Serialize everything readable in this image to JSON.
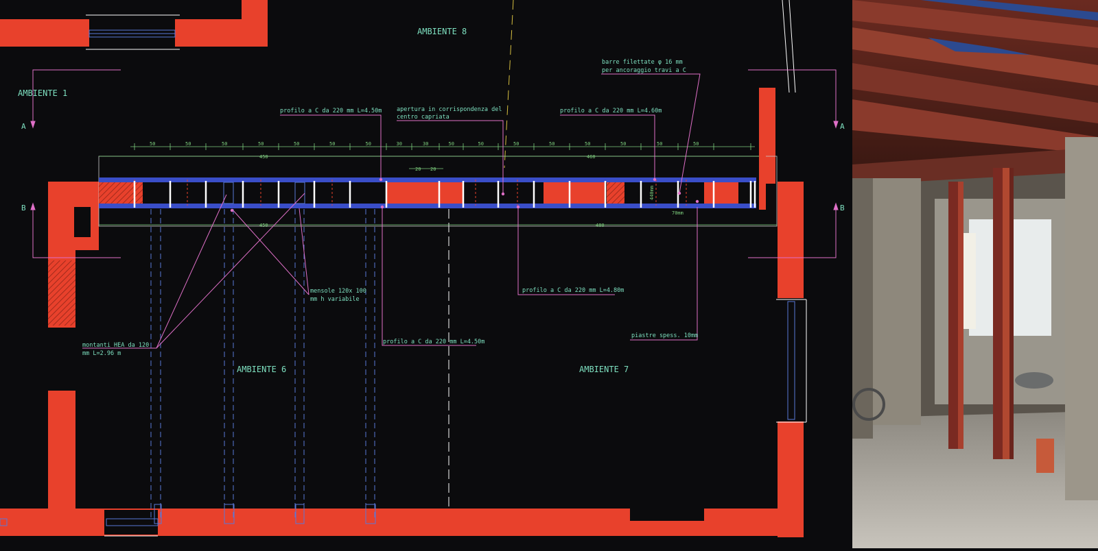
{
  "drawing": {
    "rooms": {
      "ambiente_8": "AMBIENTE 8",
      "ambiente_1": "AMBIENTE 1",
      "ambiente_6": "AMBIENTE 6",
      "ambiente_7": "AMBIENTE 7"
    },
    "sections": {
      "a": "A",
      "b": "B"
    },
    "annotations": {
      "profilo_left_top": "profilo a C da 220 mm L=4.50m",
      "apertura_line1": "apertura in corrispondenza del",
      "apertura_line2": "centro capriata",
      "profilo_right_top": "profilo a C da 220 mm L=4.60m",
      "barre_line1": "barre filettate φ 16 mm",
      "barre_line2": "per ancoraggio travi a C",
      "mensole_line1": "mensole 120x 100",
      "mensole_line2": "mm h variabile",
      "profilo_mid": "profilo a C da 220 mm L=4.80m",
      "montanti_line1": "montanti HEA da 120",
      "montanti_line2": "mm L=2.96 m",
      "profilo_bottom": "profilo a C da 220 mm L=4.50m",
      "piastre": "piastre spess. 10mm"
    },
    "dimensions": {
      "spacing": [
        "50",
        "50",
        "50",
        "50",
        "50",
        "50",
        "50",
        "30",
        "30",
        "50",
        "50",
        "50",
        "50",
        "50",
        "50",
        "50",
        "50"
      ],
      "top_left_total": "450",
      "top_right_total": "460",
      "bottom_left_total": "450",
      "bottom_right_total": "480",
      "gap_a": "20",
      "gap_b": "20",
      "height": "440mm",
      "offset": "70mm"
    },
    "colors": {
      "wall": "#e8412c",
      "beam": "#3a4ec8",
      "annotation": "#e070c8",
      "text": "#7ee0c0",
      "dimension": "#7ed07e",
      "dashed_blue": "#5a78d8"
    }
  },
  "photo": {
    "icons": [
      "steel-column",
      "beam-ceiling",
      "window",
      "wheelbarrow",
      "cement-bag"
    ]
  }
}
